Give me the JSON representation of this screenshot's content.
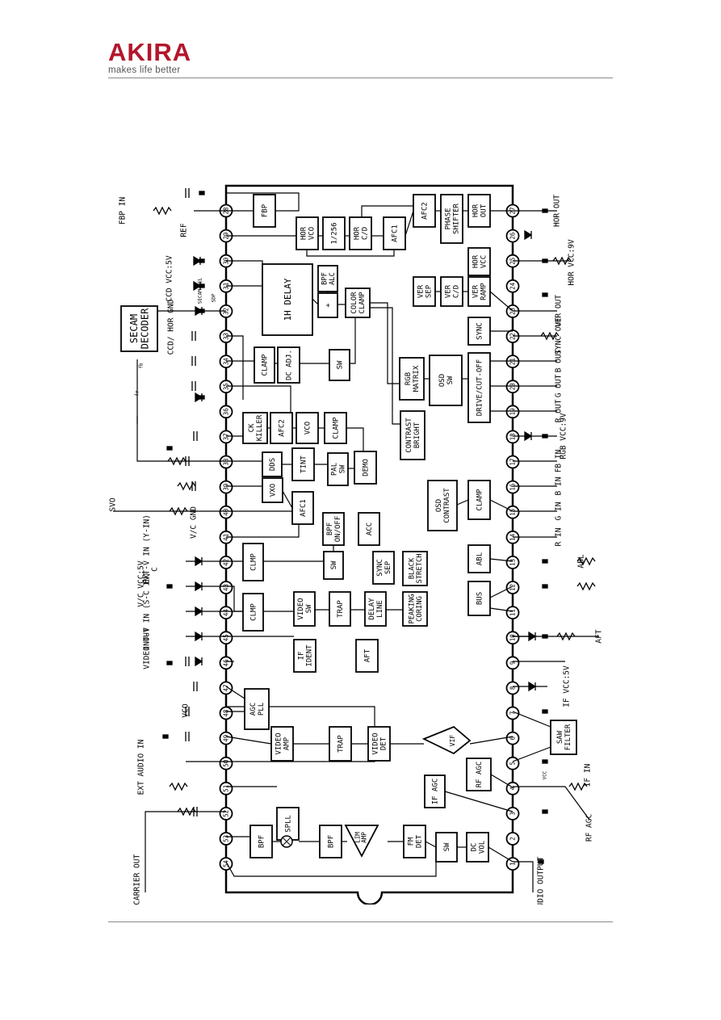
{
  "header": {
    "brand": "AKIRA",
    "tagline": "makes life better",
    "brand_color": "#b3162b"
  },
  "diagram": {
    "blocks": [
      {
        "id": "fbp",
        "lines": [
          "FBP"
        ]
      },
      {
        "id": "hor_vco",
        "lines": [
          "HOR",
          "VCO"
        ]
      },
      {
        "id": "div256",
        "lines": [
          "1/256"
        ]
      },
      {
        "id": "hor_cd",
        "lines": [
          "HOR",
          "C/D"
        ]
      },
      {
        "id": "afc1_top",
        "lines": [
          "AFC1"
        ]
      },
      {
        "id": "afc2_top",
        "lines": [
          "AFC2"
        ]
      },
      {
        "id": "phase_shifter",
        "lines": [
          "PHASE",
          "SHIFTER"
        ]
      },
      {
        "id": "hor_out",
        "lines": [
          "HOR",
          "OUT"
        ]
      },
      {
        "id": "hor_vcc",
        "lines": [
          "HOR",
          "VCC"
        ]
      },
      {
        "id": "ver_sep",
        "lines": [
          "VER",
          "SEP"
        ]
      },
      {
        "id": "ver_cd",
        "lines": [
          "VER",
          "C/D"
        ]
      },
      {
        "id": "ver_ramp",
        "lines": [
          "VER",
          "RAMP"
        ]
      },
      {
        "id": "sync",
        "lines": [
          "SYNC"
        ]
      },
      {
        "id": "bpf_alc",
        "lines": [
          "BPF",
          "ALC"
        ]
      },
      {
        "id": "delay_1h",
        "lines": [
          "1H DELAY"
        ]
      },
      {
        "id": "adder",
        "lines": [
          "+"
        ]
      },
      {
        "id": "color_clamp",
        "lines": [
          "COLOR",
          "CLAMP"
        ]
      },
      {
        "id": "secam",
        "lines": [
          "SECAM",
          "DECODER"
        ]
      },
      {
        "id": "clamp_a",
        "lines": [
          "CLAMP"
        ]
      },
      {
        "id": "dc_adj",
        "lines": [
          "DC ADJ."
        ]
      },
      {
        "id": "sw_a",
        "lines": [
          "SW"
        ]
      },
      {
        "id": "rgb_matrix",
        "lines": [
          "RGB",
          "MATRIX"
        ]
      },
      {
        "id": "osd_sw",
        "lines": [
          "OSD",
          "SW"
        ]
      },
      {
        "id": "drive",
        "lines": [
          "DRIVE/CUT-OFF"
        ]
      },
      {
        "id": "ck_killer",
        "lines": [
          "CK",
          "KILLER"
        ]
      },
      {
        "id": "afc2_mid",
        "lines": [
          "AFC2"
        ]
      },
      {
        "id": "vco_mid",
        "lines": [
          "VCO"
        ]
      },
      {
        "id": "clamp_b",
        "lines": [
          "CLAMP"
        ]
      },
      {
        "id": "contrast",
        "lines": [
          "CONTRAST",
          "BRIGHT"
        ]
      },
      {
        "id": "dds",
        "lines": [
          "DDS"
        ]
      },
      {
        "id": "tint",
        "lines": [
          "TINT"
        ]
      },
      {
        "id": "pal_sw",
        "lines": [
          "PAL",
          "SW"
        ]
      },
      {
        "id": "demo",
        "lines": [
          "DEMO"
        ]
      },
      {
        "id": "vxo",
        "lines": [
          "VXO"
        ]
      },
      {
        "id": "afc1_mid",
        "lines": [
          "AFC1"
        ]
      },
      {
        "id": "osd_contrast",
        "lines": [
          "OSD",
          "CONTRAST"
        ]
      },
      {
        "id": "clamp_c",
        "lines": [
          "CLAMP"
        ]
      },
      {
        "id": "bpf_onoff",
        "lines": [
          "BPF",
          "ON/OFF"
        ]
      },
      {
        "id": "acc",
        "lines": [
          "ACC"
        ]
      },
      {
        "id": "clmp_a",
        "lines": [
          "CLMP"
        ]
      },
      {
        "id": "sw_b",
        "lines": [
          "SW"
        ]
      },
      {
        "id": "sync_sep",
        "lines": [
          "SYNC",
          "SEP"
        ]
      },
      {
        "id": "black_stretch",
        "lines": [
          "BLACK",
          "STRETCH"
        ]
      },
      {
        "id": "abl",
        "lines": [
          "ABL"
        ]
      },
      {
        "id": "clmp_b",
        "lines": [
          "CLMP"
        ]
      },
      {
        "id": "video_sw",
        "lines": [
          "VIDEO",
          "SW"
        ]
      },
      {
        "id": "trap_a",
        "lines": [
          "TRAP"
        ]
      },
      {
        "id": "delay_line",
        "lines": [
          "DELAY",
          "LINE"
        ]
      },
      {
        "id": "peaking",
        "lines": [
          "PEAKING",
          "CORING"
        ]
      },
      {
        "id": "bus",
        "lines": [
          "BUS"
        ]
      },
      {
        "id": "if_ident",
        "lines": [
          "IF",
          "IDENT"
        ]
      },
      {
        "id": "aft",
        "lines": [
          "AFT"
        ]
      },
      {
        "id": "agc_pll",
        "lines": [
          "AGC",
          "PLL"
        ]
      },
      {
        "id": "video_amp",
        "lines": [
          "VIDEO",
          "AMP"
        ]
      },
      {
        "id": "trap_b",
        "lines": [
          "TRAP"
        ]
      },
      {
        "id": "video_det",
        "lines": [
          "VIDEO",
          "DET"
        ]
      },
      {
        "id": "vif",
        "lines": [
          "VIF"
        ]
      },
      {
        "id": "saw",
        "lines": [
          "SAW",
          "FILTER"
        ]
      },
      {
        "id": "rf_agc_blk",
        "lines": [
          "RF AGC"
        ]
      },
      {
        "id": "if_agc",
        "lines": [
          "IF AGC"
        ]
      },
      {
        "id": "spll",
        "lines": [
          "SPLL"
        ]
      },
      {
        "id": "bpf_a",
        "lines": [
          "BPF"
        ]
      },
      {
        "id": "bpf_b",
        "lines": [
          "BPF"
        ]
      },
      {
        "id": "lim_amp",
        "lines": [
          "LIM",
          "AMP"
        ]
      },
      {
        "id": "fm_det",
        "lines": [
          "FM",
          "DET"
        ]
      },
      {
        "id": "sw_c",
        "lines": [
          "SW"
        ]
      },
      {
        "id": "dc_vol",
        "lines": [
          "DC",
          "VOL"
        ]
      }
    ],
    "labels": [
      {
        "id": "fbp_in",
        "text": "FBP IN"
      },
      {
        "id": "ref",
        "text": "REF"
      },
      {
        "id": "secam_sel",
        "text": "SECAM-SEL"
      },
      {
        "id": "sdp",
        "text": "SDP"
      },
      {
        "id": "ccd_vcc",
        "text": "CCD VCC:5V"
      },
      {
        "id": "ccd_gnd",
        "text": "CCD/ HOR GND"
      },
      {
        "id": "fb_1",
        "text": "fb"
      },
      {
        "id": "fr_1",
        "text": "fr"
      },
      {
        "id": "svo",
        "text": "SVO"
      },
      {
        "id": "vc_gnd",
        "text": "V/C GND"
      },
      {
        "id": "ext_v",
        "text": "EXT-V IN (Y-IN)"
      },
      {
        "id": "c_in",
        "text": "C"
      },
      {
        "id": "vc_vcc",
        "text": "V/C VCC:5V"
      },
      {
        "id": "int_v",
        "text": "INT-V IN (S-C IN)"
      },
      {
        "id": "video_out",
        "text": "VIDEO OUT"
      },
      {
        "id": "vcc_l",
        "text": "VCO"
      },
      {
        "id": "ext_audio",
        "text": "EXT AUDIO IN"
      },
      {
        "id": "s_carrier",
        "text": "S CARRIER OUT"
      },
      {
        "id": "audio_output",
        "text": "AUDIO OUTPUT"
      },
      {
        "id": "hor_out_lbl",
        "text": "HOR OUT"
      },
      {
        "id": "hor_vcc_lbl",
        "text": "HOR VCC:9V"
      },
      {
        "id": "ver_out",
        "text": "VER OUT"
      },
      {
        "id": "sync_out",
        "text": "SYNC OUT"
      },
      {
        "id": "b_out",
        "text": "B OUT"
      },
      {
        "id": "g_out",
        "text": "G OUT"
      },
      {
        "id": "r_out",
        "text": "R OUT"
      },
      {
        "id": "rgb_vcc",
        "text": "RGB VCC:9V"
      },
      {
        "id": "fb_in",
        "text": "FB IN"
      },
      {
        "id": "b_in",
        "text": "B IN"
      },
      {
        "id": "g_in",
        "text": "G IN"
      },
      {
        "id": "r_in",
        "text": "R IN"
      },
      {
        "id": "abl_r",
        "text": "ABL"
      },
      {
        "id": "aft_r",
        "text": "AFT"
      },
      {
        "id": "if_vcc",
        "text": "IF VCC:5V"
      },
      {
        "id": "if_in",
        "text": "IF IN"
      },
      {
        "id": "vcc_r",
        "text": "VCC"
      },
      {
        "id": "rf_agc_r",
        "text": "RF AGC"
      }
    ],
    "pins": [
      "1",
      "2",
      "3",
      "4",
      "5",
      "6",
      "7",
      "8",
      "9",
      "10",
      "11",
      "12",
      "13",
      "14",
      "15",
      "16",
      "17",
      "18",
      "19",
      "20",
      "21",
      "22",
      "23",
      "24",
      "25",
      "26",
      "27",
      "28",
      "29",
      "30",
      "31",
      "32",
      "33",
      "34",
      "35",
      "36",
      "37",
      "38",
      "39",
      "40",
      "41",
      "42",
      "43",
      "44",
      "45",
      "46",
      "47",
      "48",
      "49",
      "50",
      "51",
      "52",
      "53",
      "54"
    ]
  }
}
